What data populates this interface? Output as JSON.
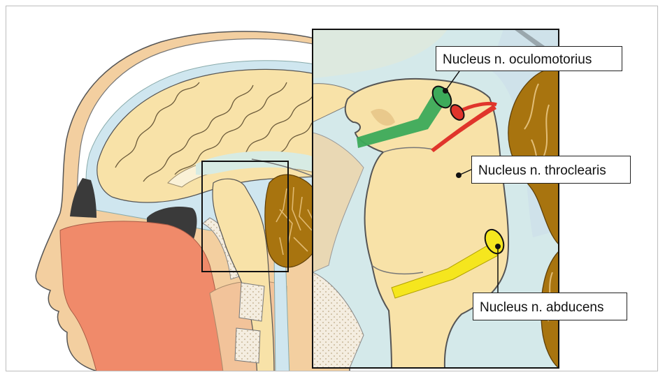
{
  "labels": {
    "oculomotorius": "Nucleus n. oculomotorius",
    "throclearis": "Nucleus n. throclearis",
    "abducens": "Nucleus n. abducens"
  },
  "colors": {
    "oculomotor_nucleus": "#3caa5a",
    "trochlear_nucleus": "#e0352b",
    "abducens_nucleus": "#f5e61e",
    "brain_tissue": "#f8e2a8",
    "csf": "#cfe6ef",
    "cerebellum": "#a8740f",
    "skin": "#f3cfa0",
    "nasal_mucosa": "#f08a6a",
    "sinus": "#3a3a3a"
  }
}
